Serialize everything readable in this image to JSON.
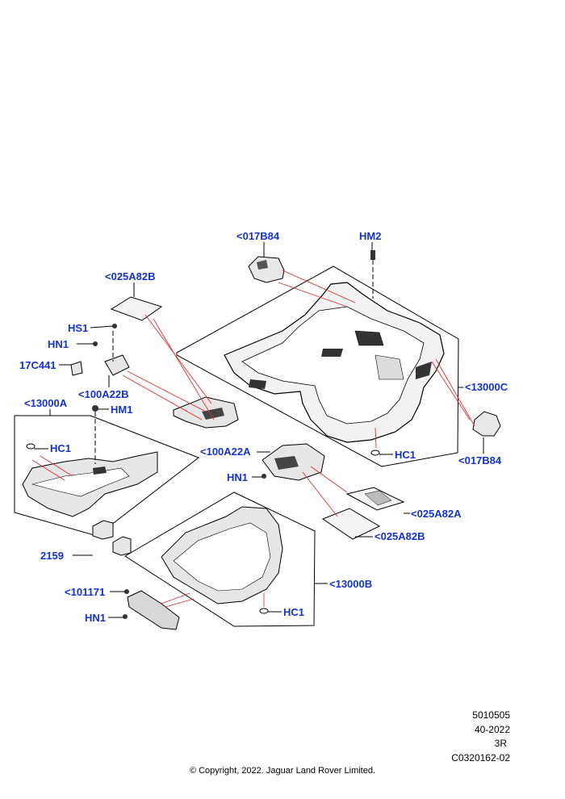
{
  "callouts": {
    "c017B84_top": "<017B84",
    "HM2": "HM2",
    "c025A82B_top": "<025A82B",
    "HS1": "HS1",
    "HN1_a": "HN1",
    "c17C441": "17C441",
    "c100A22B": "<100A22B",
    "c13000A": "<13000A",
    "HM1": "HM1",
    "HC1_a": "HC1",
    "c13000C": "<13000C",
    "HC1_b": "HC1",
    "c017B84_right": "<017B84",
    "c100A22A": "<100A22A",
    "HN1_b": "HN1",
    "c025A82A": "<025A82A",
    "c025A82B_mid": "<025A82B",
    "c2159": "2159",
    "c13000B": "<13000B",
    "c101171": "<101171",
    "HN1_c": "HN1",
    "HC1_c": "HC1"
  },
  "meta": {
    "line1": "5010505",
    "line2": "40-2022",
    "line3": "3R",
    "line4": "C0320162-02"
  },
  "copyright": "© Copyright, 2022. Jaguar Land Rover Limited.",
  "colors": {
    "callout": "#1432d2",
    "leader_red": "#e03030",
    "line_black": "#000000",
    "part_fill": "#e8e8e8"
  }
}
